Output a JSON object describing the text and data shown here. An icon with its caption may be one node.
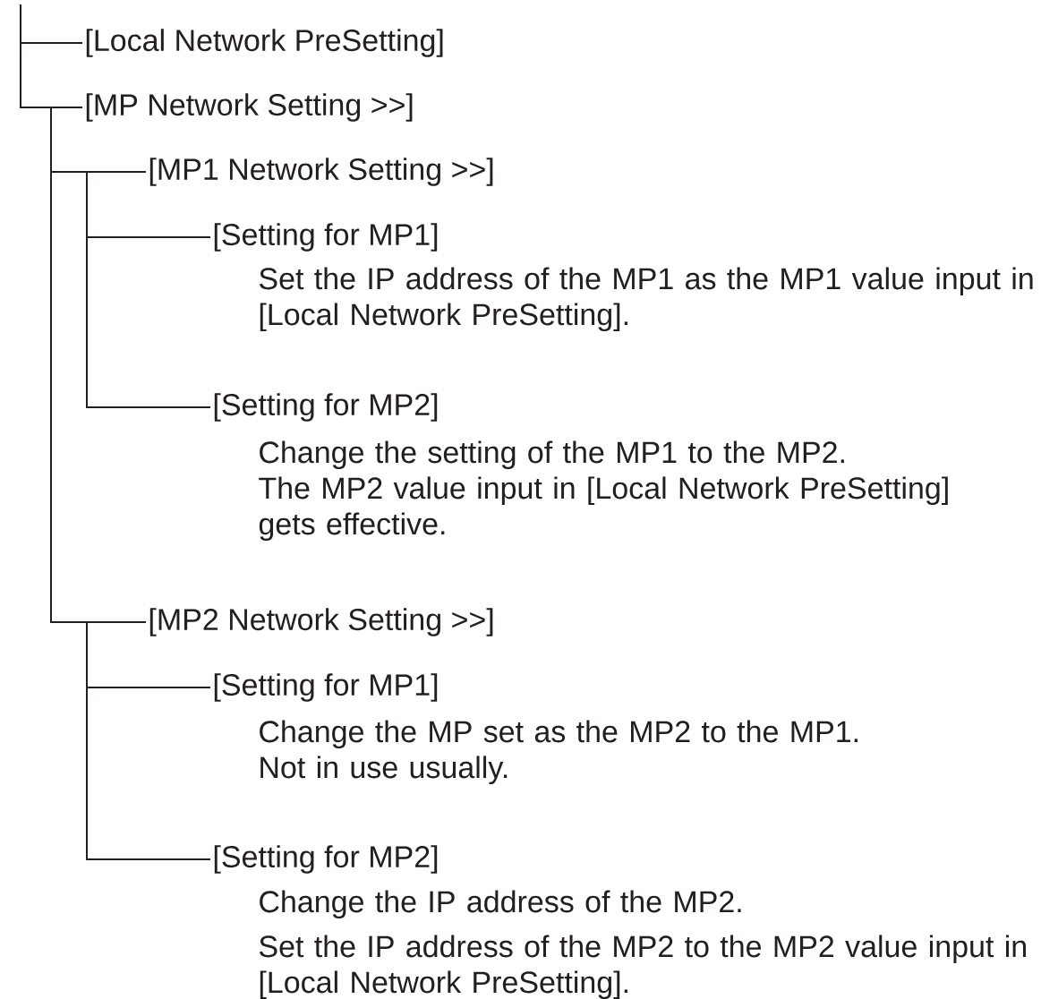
{
  "diagram": {
    "nodes": [
      {
        "text": [
          "[Local Network PreSetting]"
        ]
      },
      {
        "text": [
          "[MP Network Setting >>]"
        ]
      },
      {
        "text": [
          "[MP1 Network Setting >>]"
        ]
      },
      {
        "text": [
          "[Setting for MP1]"
        ],
        "beside": [
          "Set the IP address of the MP1 as the MP1 value input in [Local Network PreSetting]."
        ]
      },
      {
        "text": [
          "[Setting for MP2]"
        ],
        "beside": [
          "Change the setting of the MP1 to the MP2.",
          "The MP2 value input in [Local Network PreSetting] gets effective."
        ]
      },
      {
        "text": [
          "[MP2 Network Setting >>]"
        ]
      },
      {
        "text": [
          "[Setting for MP1]"
        ],
        "beside": [
          "Change the MP set as the MP2 to the MP1.",
          "Not in use usually."
        ]
      },
      {
        "text": [
          "[Setting for MP2]"
        ],
        "beside": [
          "Change the IP address of the MP2.",
          "Set the IP address of the MP2 to the MP2 value input in [Local Network PreSetting]."
        ]
      }
    ],
    "edges": [
      {
        "from": null,
        "to": 0,
        "arrow": "none"
      },
      {
        "from": null,
        "to": 1,
        "arrow": "none"
      },
      {
        "from": 1,
        "to": 2,
        "arrow": "none"
      },
      {
        "from": 1,
        "to": 5,
        "arrow": "none"
      },
      {
        "from": 2,
        "to": 3,
        "arrow": "none"
      },
      {
        "from": 2,
        "to": 4,
        "arrow": "none"
      },
      {
        "from": 5,
        "to": 6,
        "arrow": "none"
      },
      {
        "from": 5,
        "to": 7,
        "arrow": "none"
      }
    ]
  }
}
